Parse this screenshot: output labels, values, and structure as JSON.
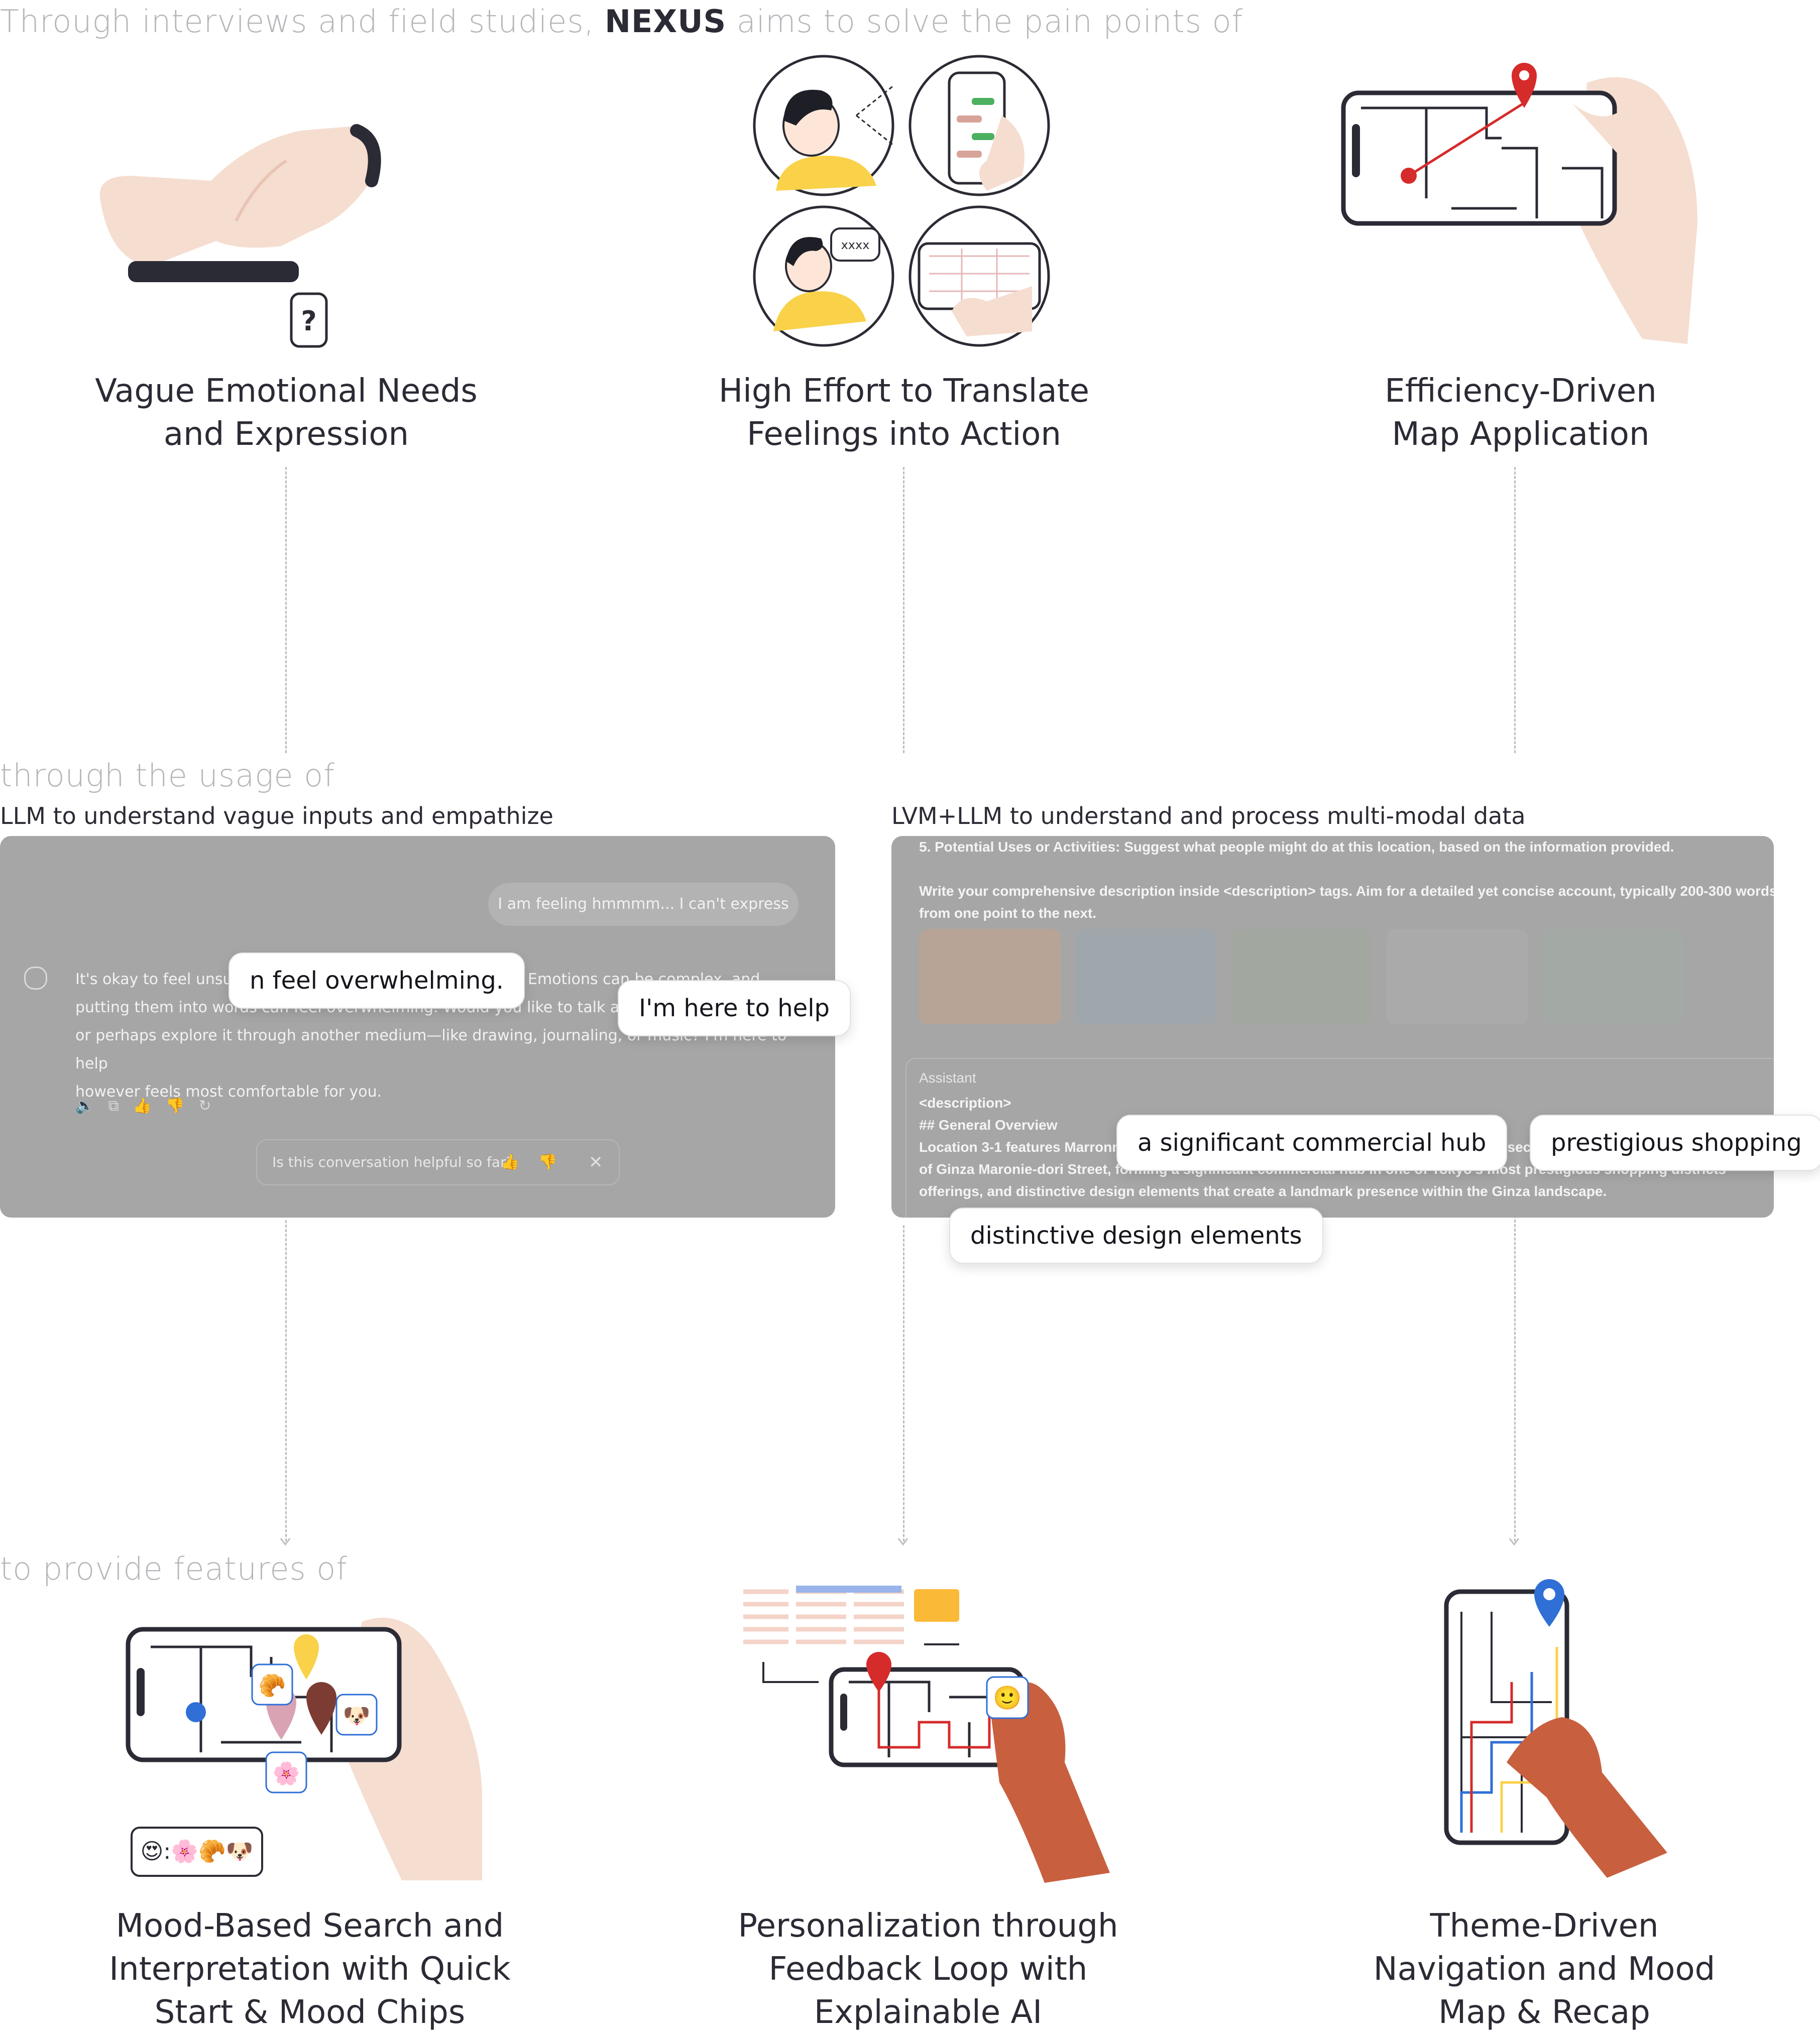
{
  "intro": {
    "prefix": "Through interviews and field studies, ",
    "brand": "NEXUS",
    "suffix": " aims to solve the pain points of"
  },
  "pain_points": [
    {
      "line1": "Vague Emotional Needs",
      "line2": "and Expression"
    },
    {
      "line1": "High Effort to Translate",
      "line2": "Feelings into Action"
    },
    {
      "line1": "Efficiency-Driven",
      "line2": "Map Application"
    }
  ],
  "pain_icons": {
    "question_mark": "?",
    "speech_text": "xxxx"
  },
  "usage": {
    "intro": "through the usage of",
    "llm": {
      "heading": "LLM to understand vague inputs and empathize",
      "user_message": "I am feeling hmmmm... I can't express",
      "reply_lines": [
        "It's okay to feel unsure— it happens to all of us sometimes. Emotions can be complex, and",
        "putting them into words can feel overwhelming. Would you like to talk about what's on your mind,",
        "or perhaps explore it through another medium—like drawing, journaling, or music? I'm here to help",
        "however feels most comfortable for you."
      ],
      "feedback_prompt": "Is this conversation helpful so far?",
      "callout_1": "n feel overwhelming.",
      "callout_2": "I'm here to help"
    },
    "lvm": {
      "heading": "LVM+LLM to understand and process multi-modal data",
      "prompt_lines": [
        "5. Potential Uses or Activities: Suggest what people might do at this location, based on the information provided.",
        "",
        "Write your comprehensive description inside <description> tags. Aim for a detailed yet concise account, typically 200-300 words",
        "from one point to the next."
      ],
      "assistant_label": "Assistant",
      "desc_lines": [
        "<description>",
        "## General Overview",
        "Location 3-1 features Marronnier Gate Ginza, a prominent shopping complex at the intersection",
        "of Ginza Maronie-dori Street, forming a significant commercial hub in one of Tokyo's most prestigious shopping districts",
        "offerings, and distinctive design elements that create a landmark presence within the Ginza landscape."
      ],
      "callout_1": "a significant commercial hub",
      "callout_2": "prestigious shopping",
      "callout_3": "distinctive design elements"
    }
  },
  "features_intro": "to provide features of",
  "features": [
    {
      "line1": "Mood-Based Search and",
      "line2": "Interpretation with Quick",
      "line3": "Start & Mood Chips"
    },
    {
      "line1": "Personalization through",
      "line2": "Feedback Loop with",
      "line3": "Explainable AI"
    },
    {
      "line1": "Theme-Driven",
      "line2": "Navigation and Mood",
      "line3": "Map & Recap"
    }
  ],
  "mood_chip": {
    "face": "😍",
    "sep": ":",
    "emojis": "🌸🥐🐶"
  },
  "map_emojis": {
    "croissant": "🥐",
    "dog": "🐶",
    "flower": "🌸",
    "smile": "🙂"
  },
  "colors": {
    "skin_light": "#f5ddd0",
    "skin_dark": "#c8603f",
    "pin_red": "#d62b2b",
    "pin_blue": "#2f6fd6",
    "highlight": "#f6cd3c",
    "panel_gray": "#a6a6a6"
  }
}
